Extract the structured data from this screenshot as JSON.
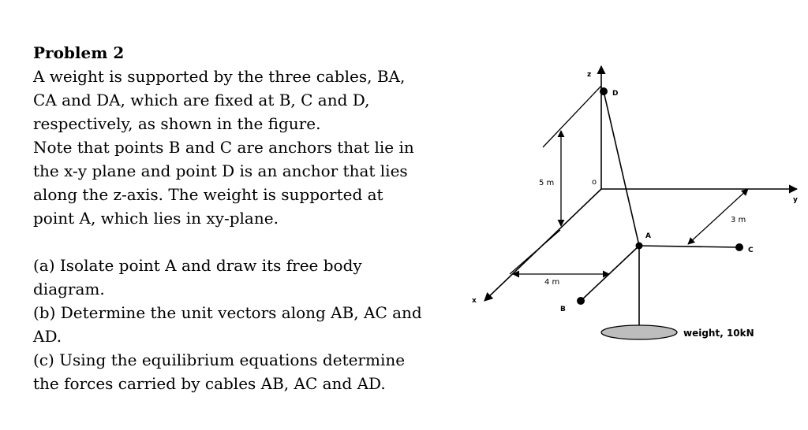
{
  "problem": {
    "title": "Problem 2",
    "intro_lines": [
      "A weight is supported by the three cables, BA,",
      "CA and DA, which are fixed at B, C and D,",
      "respectively, as shown in the figure.",
      "Note that points B and C are anchors that lie in",
      "the x-y plane and point D is an anchor that lies",
      "along the z-axis. The weight is supported at",
      "point A, which lies in xy-plane."
    ],
    "task_lines": [
      "(a) Isolate point A and draw its free body",
      "diagram.",
      "(b) Determine the unit vectors along AB, AC and",
      "AD.",
      "(c) Using the equilibrium equations determine",
      "the forces carried by cables AB, AC and AD."
    ]
  },
  "figure": {
    "axis_z": "z",
    "axis_y": "y",
    "axis_x": "x",
    "origin": "o",
    "point_d": "D",
    "point_a": "A",
    "point_b": "B",
    "point_c": "C",
    "dim_5m": "5 m",
    "dim_4m": "4 m",
    "dim_3m": "3 m",
    "weight_label": "weight, 10kN",
    "colors": {
      "ink": "#000000",
      "weight_fill": "#bdbdbd"
    }
  }
}
